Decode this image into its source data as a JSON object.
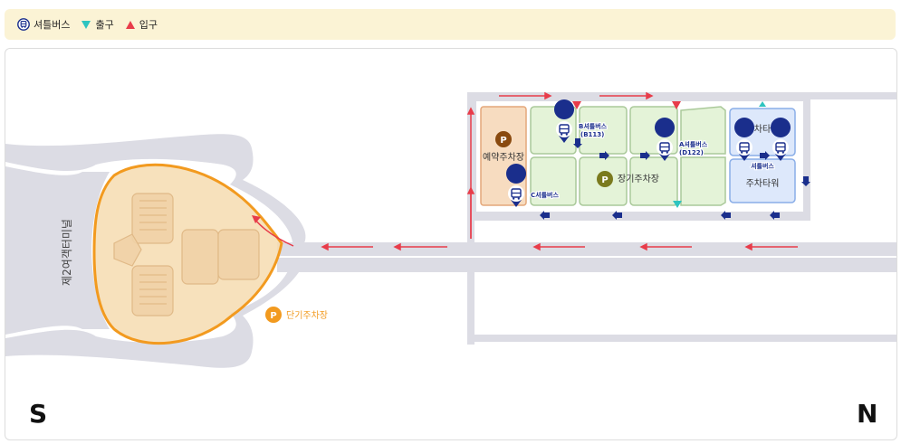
{
  "legend": {
    "shuttle": "셔틀버스",
    "exit": "출구",
    "entrance": "입구"
  },
  "map": {
    "terminal": "제2여객터미널",
    "short_term": "단기주차장",
    "reserved": "예약주차장",
    "long_term": "장기주차장",
    "tower_top": "주차타워",
    "tower_bottom": "주차타워",
    "parking_symbol": "P",
    "shuttle_b": "B셔틀버스",
    "shuttle_b_code": "(B113)",
    "shuttle_a": "A셔틀버스",
    "shuttle_a_code": "(D122)",
    "shuttle_c": "C셔틀버스",
    "shuttle_tower": "셔틀버스",
    "south": "S",
    "north": "N"
  },
  "colors": {
    "road": "#dcdce4",
    "entrance": "#e83c4a",
    "exit": "#2ec4c0",
    "flow": "#1a2e8c",
    "short_term": "#f29a1f",
    "reserved_fill": "#f7dcc0",
    "long_fill": "#e4f3d8",
    "tower_fill": "#dde8fb"
  }
}
